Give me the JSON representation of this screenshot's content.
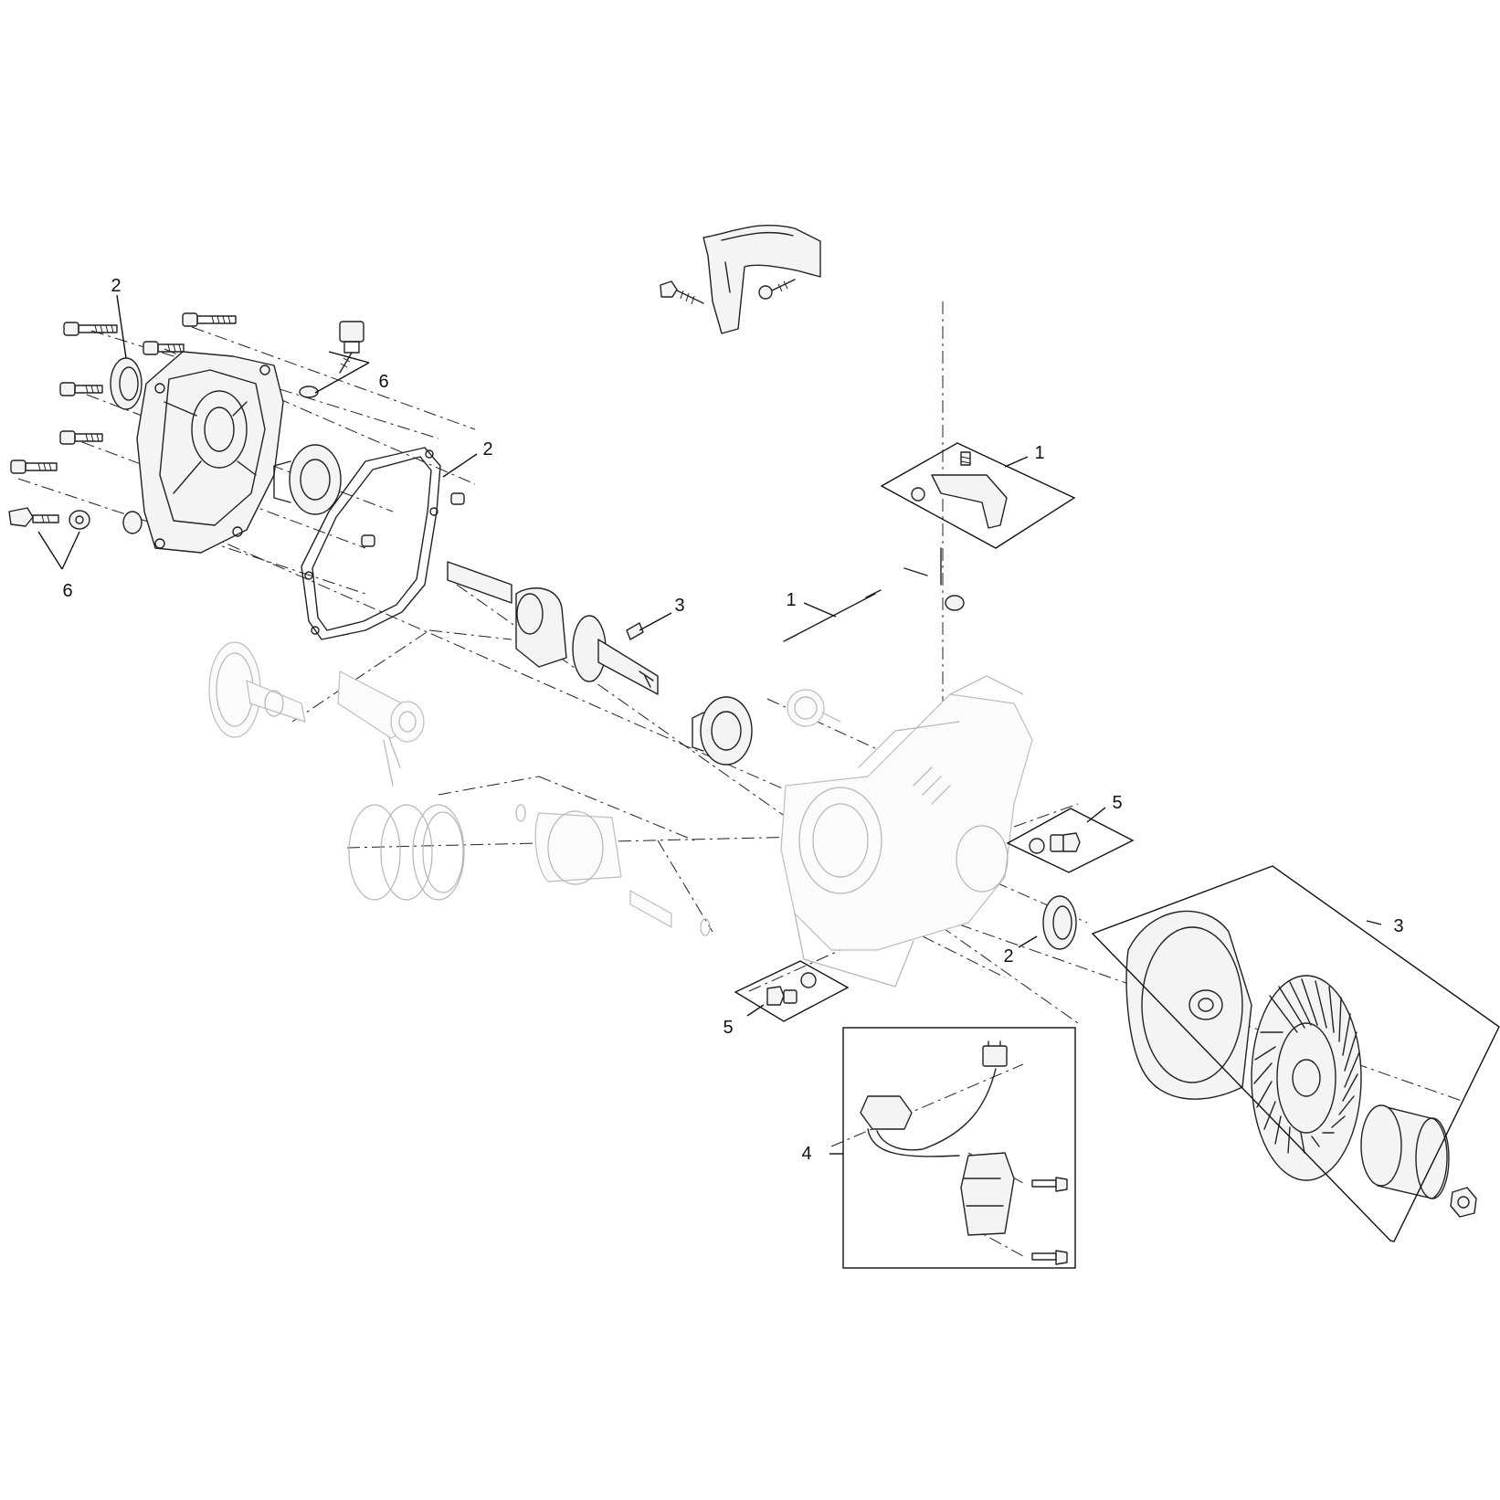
{
  "callouts": {
    "c1_top": "1",
    "c1_mid": "1",
    "c2_seal_left": "2",
    "c2_gasket": "2",
    "c2_seal_right": "2",
    "c3_key": "3",
    "c3_flywheel": "3",
    "c4_coil": "4",
    "c5_upper": "5",
    "c5_lower": "5",
    "c6_upper": "6",
    "c6_lower": "6"
  }
}
